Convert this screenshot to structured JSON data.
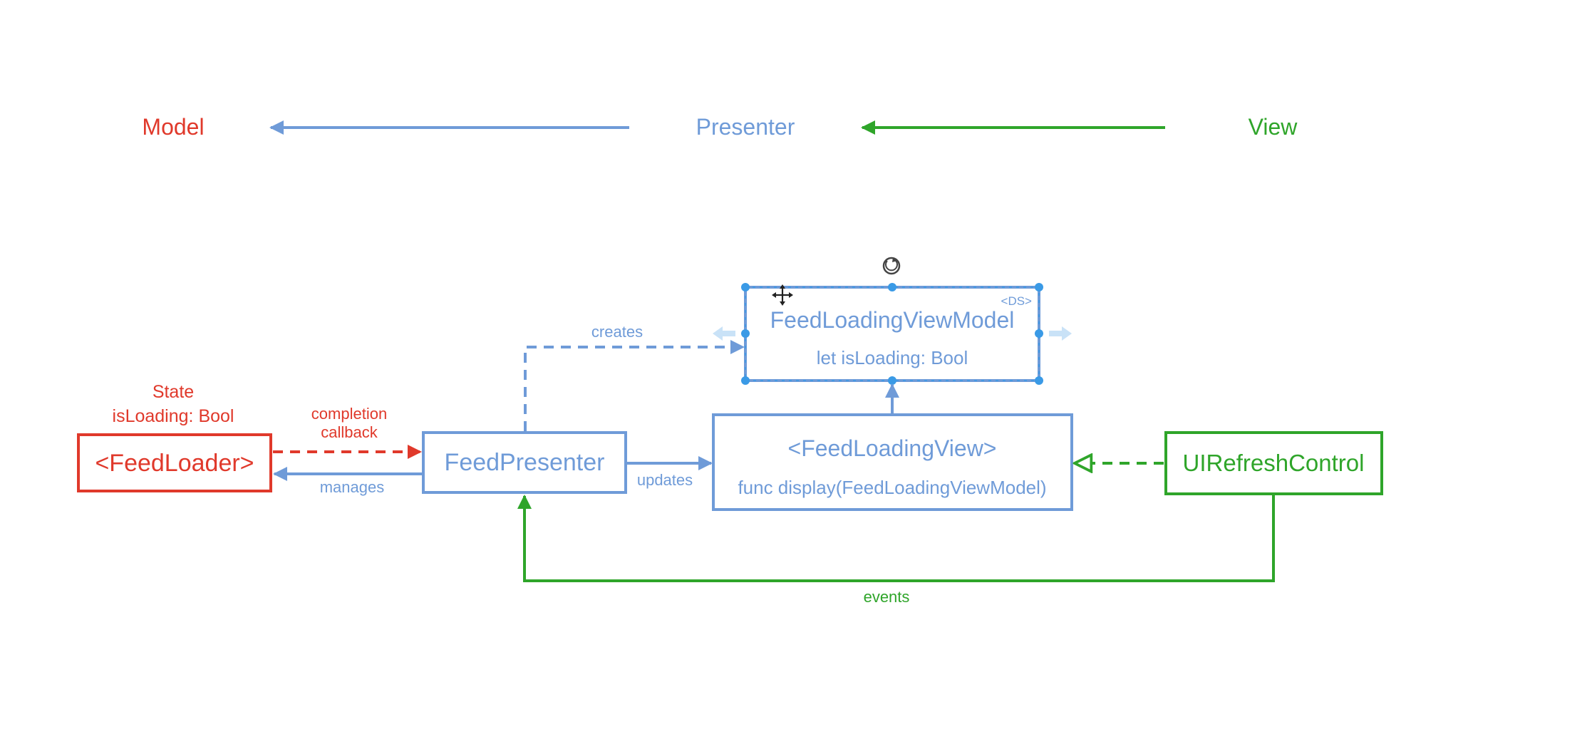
{
  "colors": {
    "model": "#e0392b",
    "presenter": "#6f9bd8",
    "view": "#2fa52a",
    "selection": "#3a9ae6",
    "selection_faint": "#c9e2f7"
  },
  "header": {
    "model_label": "Model",
    "presenter_label": "Presenter",
    "view_label": "View"
  },
  "nodes": {
    "feed_loader": {
      "title": "<FeedLoader>",
      "state_line1": "State",
      "state_line2": "isLoading: Bool"
    },
    "feed_presenter": {
      "title": "FeedPresenter"
    },
    "view_model": {
      "title": "FeedLoadingViewModel",
      "property": "let isLoading: Bool",
      "badge": "<DS>"
    },
    "loading_view": {
      "title": "<FeedLoadingView>",
      "method": "func display(FeedLoadingViewModel)"
    },
    "refresh_control": {
      "title": "UIRefreshControl"
    }
  },
  "edges": {
    "completion_line1": "completion",
    "completion_line2": "callback",
    "manages": "manages",
    "creates": "creates",
    "updates": "updates",
    "events": "events"
  },
  "icons": {
    "rotate": "rotate-handle-icon",
    "move": "move-cursor-icon"
  }
}
